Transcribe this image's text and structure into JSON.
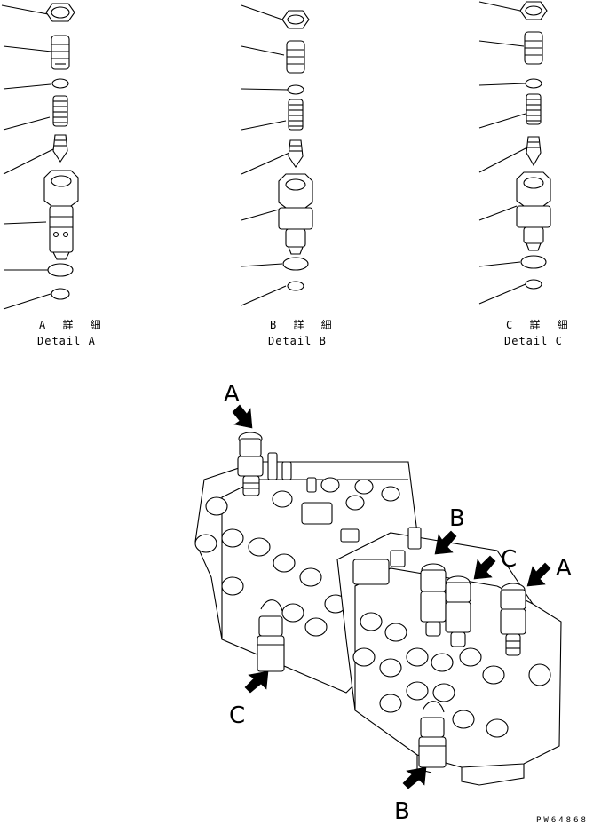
{
  "details": [
    {
      "id": "A",
      "caption_jp": "A 詳 細",
      "caption_en": "Detail A"
    },
    {
      "id": "B",
      "caption_jp": "B 詳 細",
      "caption_en": "Detail B"
    },
    {
      "id": "C",
      "caption_jp": "C 詳 細",
      "caption_en": "Detail C"
    }
  ],
  "callouts": {
    "a_top": "A",
    "b_right": "B",
    "c_right": "C",
    "a_right": "A",
    "c_left": "C",
    "b_bottom": "B"
  },
  "drawing_code": "PW64868"
}
